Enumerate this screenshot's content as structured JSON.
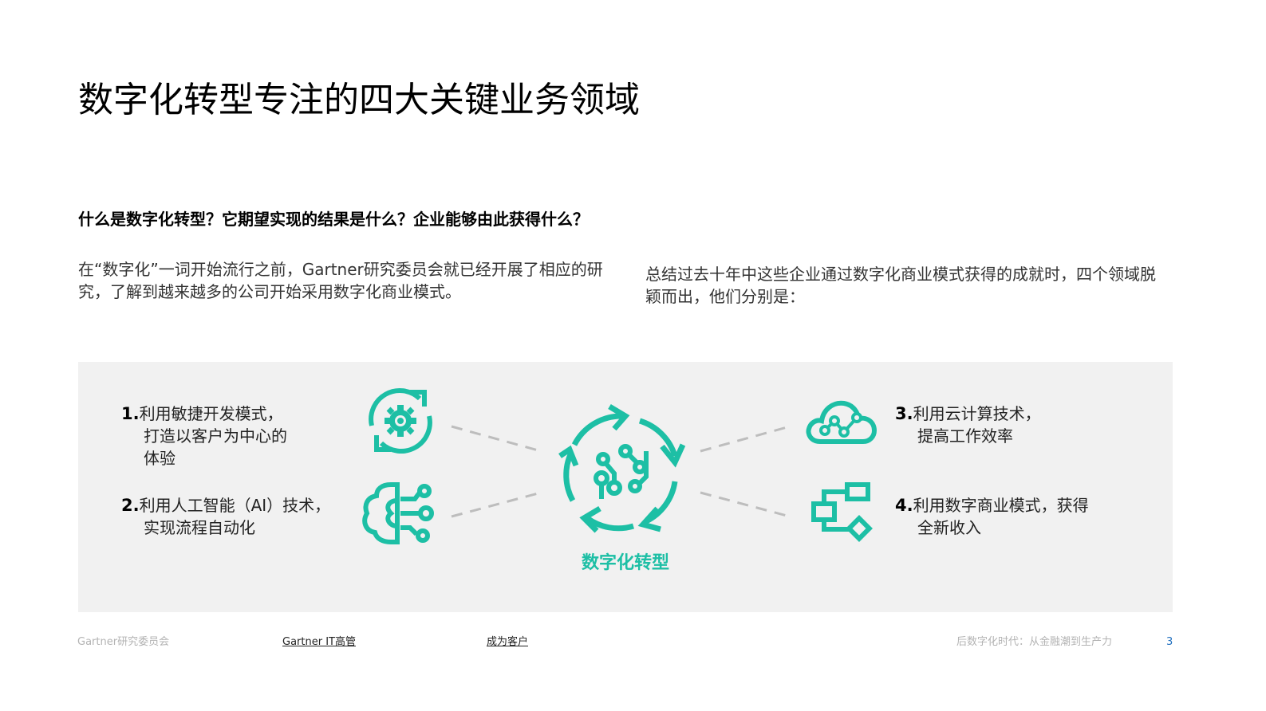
{
  "slide": {
    "title": "数字化转型专注的四大关键业务领域",
    "question": "什么是数字化转型？它期望实现的结果是什么？企业能够由此获得什么？",
    "intro_left": "在“数字化”一词开始流行之前，Gartner研究委员会就已经开展了相应的研究，了解到越来越多的公司开始采用数字化商业模式。",
    "intro_right": "总结过去十年中这些企业通过数字化商业模式获得的成就时，四个领域脱颖而出，他们分别是："
  },
  "diagram": {
    "accent_color": "#1dbfa5",
    "center": {
      "label": "数字化转型",
      "icon": "circuit-cycle-icon"
    },
    "items": [
      {
        "num": "1.",
        "line1": "利用敏捷开发模式，",
        "line2": "打造以客户为中心的",
        "line3": "体验",
        "icon": "gear-sync-icon"
      },
      {
        "num": "2.",
        "line1": "利用人工智能（AI）技术，",
        "line2": "实现流程自动化",
        "icon": "brain-circuit-icon"
      },
      {
        "num": "3.",
        "line1": "利用云计算技术，",
        "line2": "提高工作效率",
        "icon": "cloud-network-icon"
      },
      {
        "num": "4.",
        "line1": "利用数字商业模式，获得",
        "line2": "全新收入",
        "icon": "flowchart-icon"
      }
    ]
  },
  "footer": {
    "org": "Gartner研究委员会",
    "link1": "Gartner IT高管",
    "link2": "成为客户",
    "doc_title": "后数字化时代：从金融潮到生产力",
    "page": "3"
  }
}
